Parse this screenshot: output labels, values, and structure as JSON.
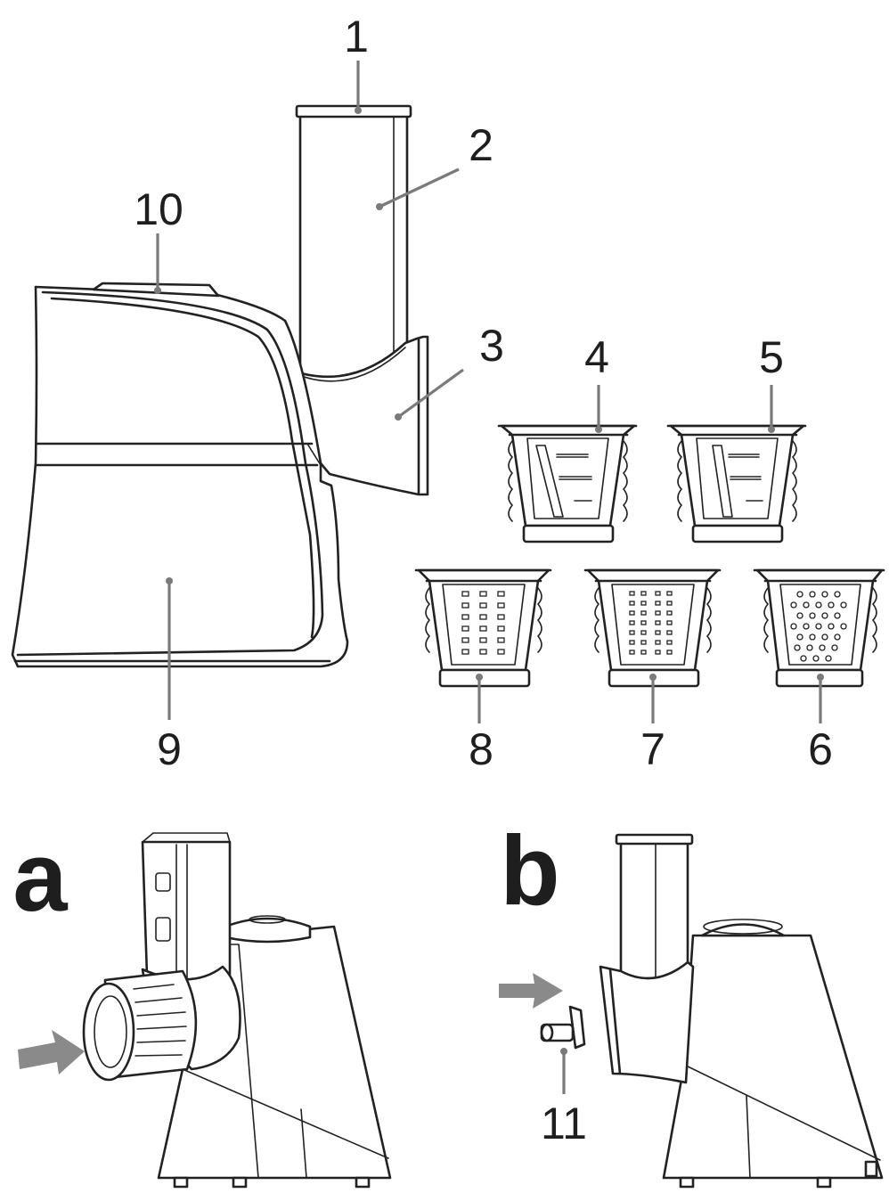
{
  "callouts": {
    "c1": "1",
    "c2": "2",
    "c3": "3",
    "c4": "4",
    "c5": "5",
    "c6": "6",
    "c7": "7",
    "c8": "8",
    "c9": "9",
    "c10": "10",
    "c11": "11"
  },
  "panels": {
    "a": "a",
    "b": "b"
  },
  "colors": {
    "line": "#222222",
    "leader": "#7a7a7a",
    "arrow": "#8a8a8a",
    "background": "#ffffff"
  }
}
